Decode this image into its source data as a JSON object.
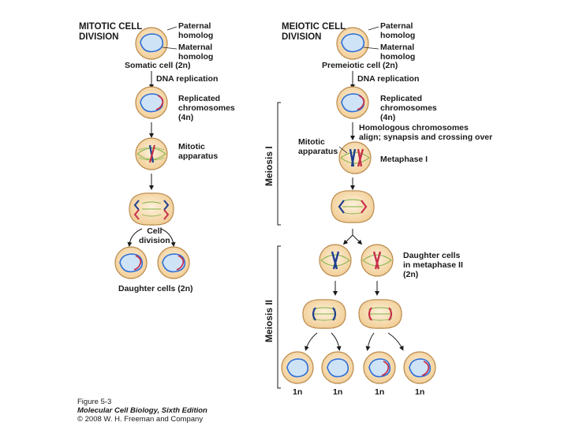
{
  "mitotic": {
    "title": "MITOTIC CELL\nDIVISION",
    "paternal_homolog": "Paternal\nhomolog",
    "maternal_homolog": "Maternal\nhomolog",
    "somatic_cell": "Somatic cell (2n)",
    "dna_replication": "DNA replication",
    "replicated_chromosomes": "Replicated\nchromosomes\n(4n)",
    "mitotic_apparatus": "Mitotic\napparatus",
    "cell_division": "Cell\ndivision",
    "daughter_cells": "Daughter cells (2n)"
  },
  "meiotic": {
    "title": "MEIOTIC CELL\nDIVISION",
    "paternal_homolog": "Paternal\nhomolog",
    "maternal_homolog": "Maternal\nhomolog",
    "premeiotic_cell": "Premeiotic cell (2n)",
    "dna_replication": "DNA replication",
    "replicated_chromosomes": "Replicated\nchromosomes\n(4n)",
    "homologous_align": "Homologous chromosomes\nalign; synapsis and crossing over",
    "mitotic_apparatus": "Mitotic\napparatus",
    "metaphase_1": "Metaphase I",
    "daughter_cells_metaphase_2": "Daughter cells\nin metaphase II\n(2n)",
    "meiosis_1": "Meiosis I",
    "meiosis_2": "Meiosis II",
    "haploid_labels": [
      "1n",
      "1n",
      "1n",
      "1n"
    ]
  },
  "caption": {
    "figure": "Figure 5-3",
    "book": "Molecular Cell Biology, Sixth Edition",
    "copyright": "© 2008 W. H. Freeman and Company"
  },
  "colors": {
    "cell_fill": "#f7dcae",
    "cell_outline": "#b98a4c",
    "nucleus_fill": "#cfe3f7",
    "paternal": "#1f3f8f",
    "maternal": "#c8304a",
    "spindle": "#7fb346"
  }
}
